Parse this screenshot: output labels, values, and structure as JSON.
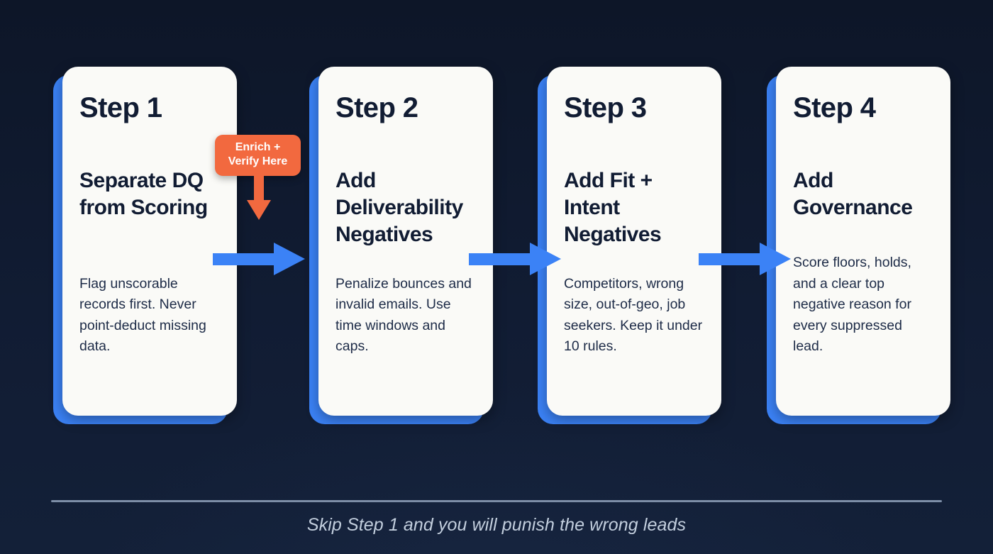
{
  "background_color": "#101a30",
  "accent_color": "#3b82f6",
  "card_color": "#fafaf7",
  "callout_color": "#f2693f",
  "heading_color": "#111c33",
  "caption_color": "#c2cedd",
  "steps": [
    {
      "step_label": "Step 1",
      "title": "Separate DQ\nfrom Scoring",
      "body": "Flag unscorable records first. Never point-deduct missing data."
    },
    {
      "step_label": "Step 2",
      "title": "Add\nDeliverability\nNegatives",
      "body": "Penalize bounces and invalid emails. Use time windows and caps."
    },
    {
      "step_label": "Step 3",
      "title": "Add Fit +\nIntent\nNegatives",
      "body": "Competitors, wrong size, out-of-geo, job seekers. Keep it under 10 rules."
    },
    {
      "step_label": "Step 4",
      "title": "Add\nGovernance",
      "body": "Score floors, holds, and a clear top negative reason for every suppressed lead."
    }
  ],
  "callout": {
    "text": "Enrich +\nVerify Here"
  },
  "footer": {
    "caption": "Skip Step 1 and you will punish the wrong leads"
  }
}
